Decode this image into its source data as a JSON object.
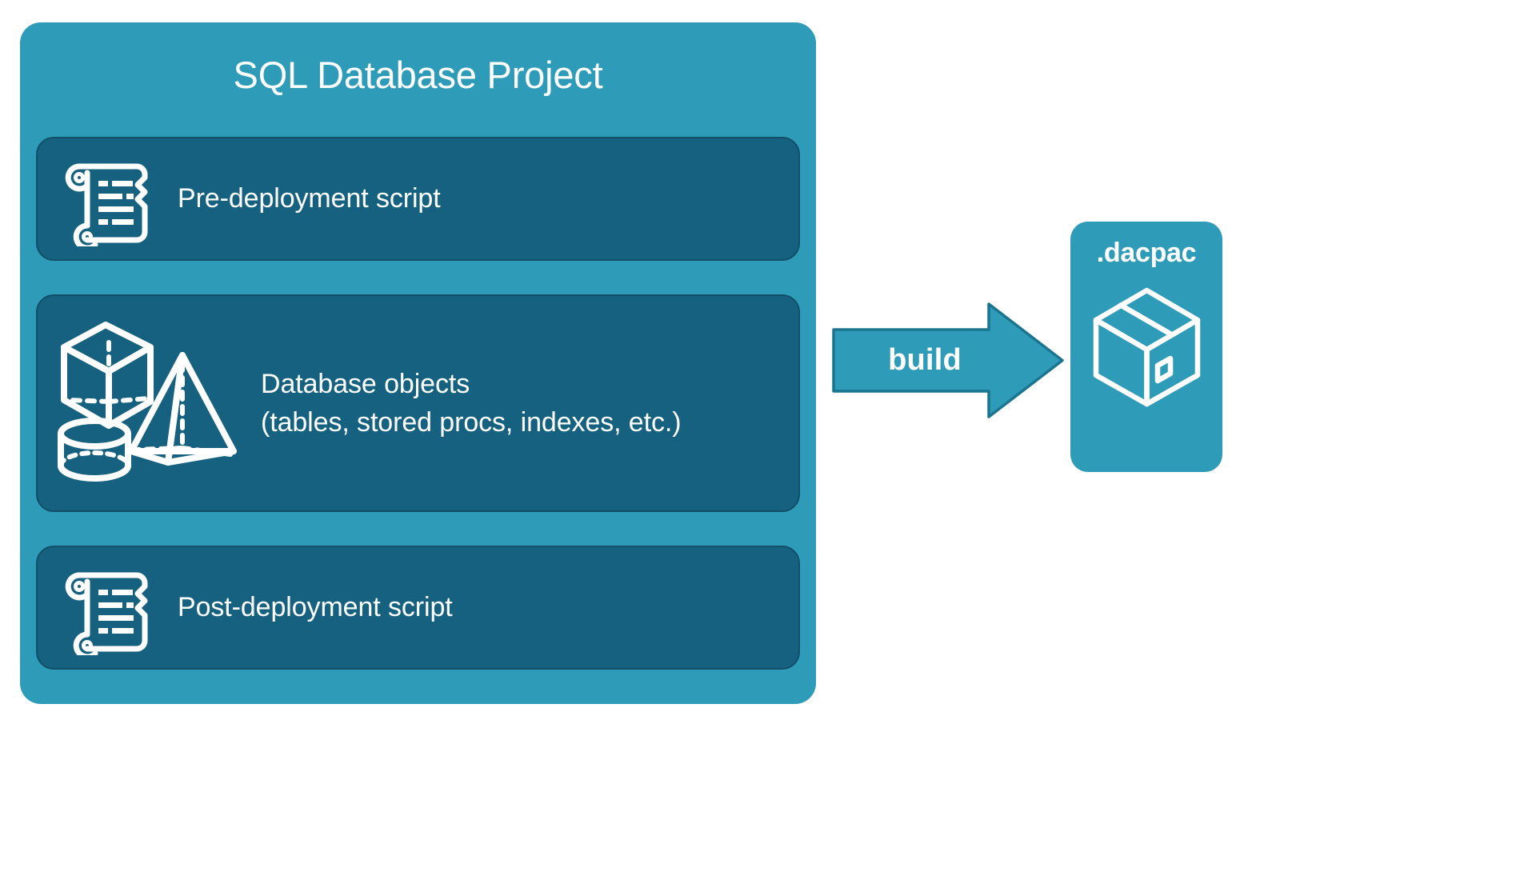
{
  "diagram": {
    "title": "SQL Database Project build to .dacpac",
    "background_color": "#ffffff",
    "accent_color": "#2e9cb8",
    "panel_color": "#15617f",
    "panel_border_color": "#124f68",
    "text_color": "#ffffff"
  },
  "project": {
    "title": "SQL Database Project",
    "panels": [
      {
        "id": "pre-deployment",
        "label": "Pre-deployment script",
        "icon": "scroll-icon"
      },
      {
        "id": "database-objects",
        "label": "Database objects\n(tables, stored procs, indexes, etc.)",
        "line1": "Database objects",
        "line2": "(tables, stored procs, indexes, etc.)",
        "icon": "shapes-icon"
      },
      {
        "id": "post-deployment",
        "label": "Post-deployment script",
        "icon": "scroll-icon"
      }
    ]
  },
  "arrow": {
    "label": "build",
    "direction": "right",
    "fill_color": "#2e9cb8",
    "stroke_color": "#1b7590"
  },
  "output": {
    "title": ".dacpac",
    "icon": "package-box-icon",
    "card_color": "#2e9cb8"
  }
}
